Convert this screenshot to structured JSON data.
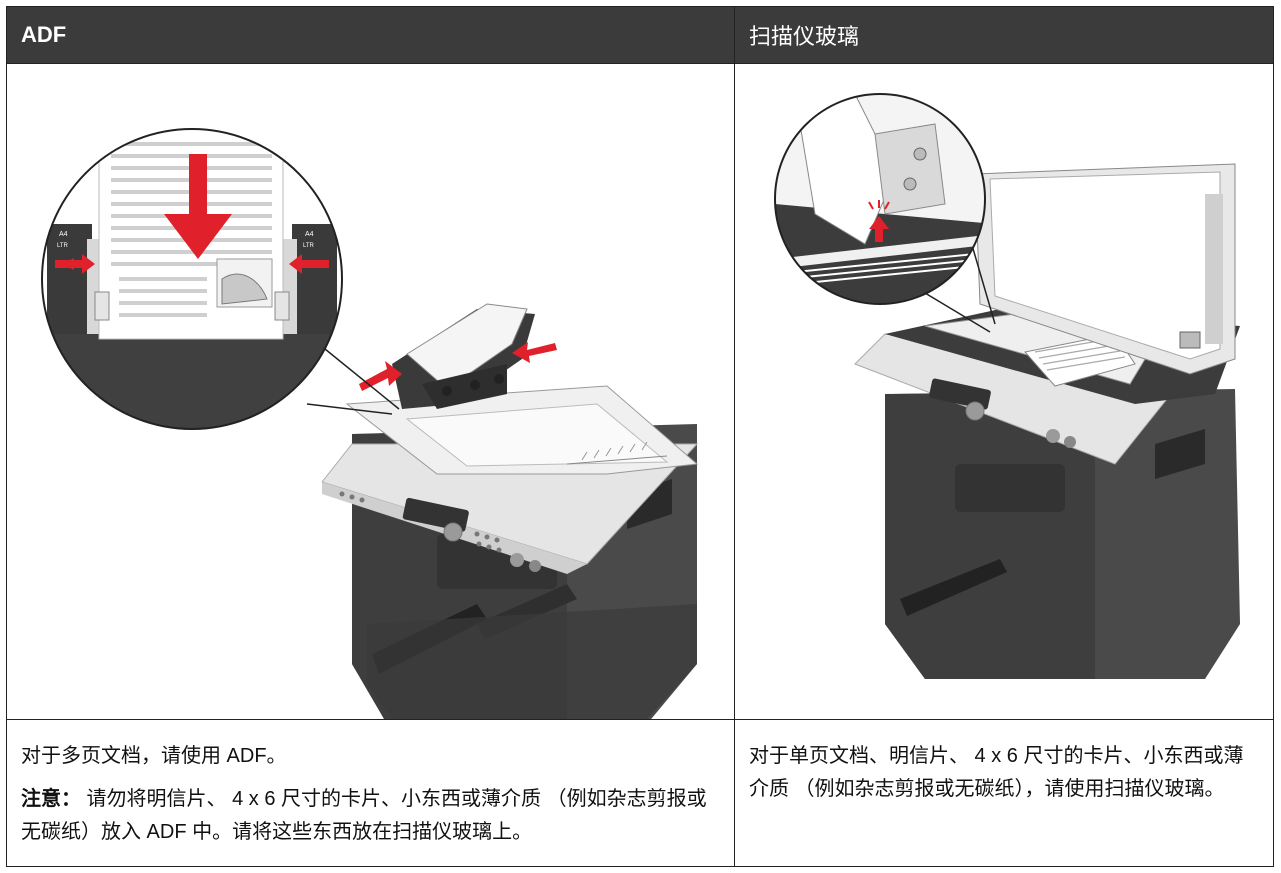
{
  "left_column": {
    "header": "ADF",
    "line1": "对于多页文档，请使用 ADF。",
    "note_label": "注意：",
    "note_text": " 请勿将明信片、 4 x 6 尺寸的卡片、小东西或薄介质 （例如杂志剪报或无碳纸）放入 ADF 中。请将这些东西放在扫描仪玻璃上。"
  },
  "right_column": {
    "header": "扫描仪玻璃",
    "text": "对于单页文档、明信片、 4 x 6 尺寸的卡片、小东西或薄介质 （例如杂志剪报或无碳纸），请使用扫描仪玻璃。"
  },
  "illustration_labels": {
    "tray_mark_a4": "A4",
    "tray_mark_ltr": "LTR"
  },
  "colors": {
    "header_bg": "#3b3b3b",
    "arrow_red": "#e0202a",
    "printer_dark": "#4a4a4a",
    "printer_light": "#e8e8e8"
  }
}
